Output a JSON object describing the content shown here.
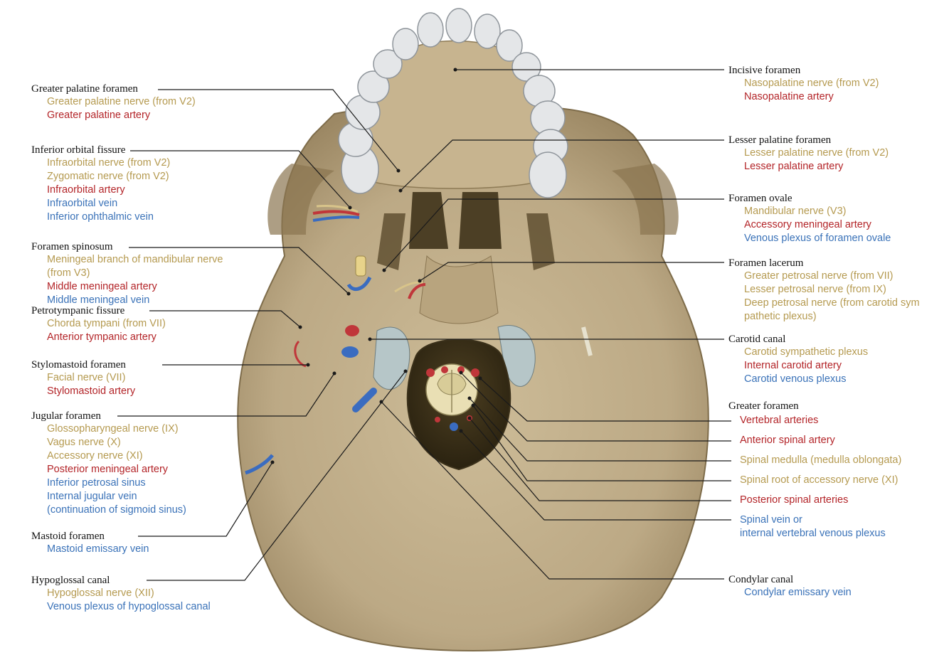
{
  "colors": {
    "nerve": "#b59a50",
    "artery": "#b32428",
    "vein": "#3a72b8",
    "heading": "#111111",
    "bone": "#c9b792",
    "teeth": "#e4e6e8"
  },
  "image": {
    "subject": "skull-base-inferior-view"
  },
  "left_labels": [
    {
      "heading": "Greater palatine foramen",
      "items": [
        {
          "text": "Greater palatine nerve (from V2)",
          "kind": "nerve"
        },
        {
          "text": "Greater palatine artery",
          "kind": "artery"
        }
      ]
    },
    {
      "heading": "Inferior orbital fissure",
      "items": [
        {
          "text": "Infraorbital nerve (from V2)",
          "kind": "nerve"
        },
        {
          "text": "Zygomatic nerve (from V2)",
          "kind": "nerve"
        },
        {
          "text": "Infraorbital artery",
          "kind": "artery"
        },
        {
          "text": "Infraorbital vein",
          "kind": "vein"
        },
        {
          "text": "Inferior ophthalmic vein",
          "kind": "vein"
        }
      ]
    },
    {
      "heading": "Foramen spinosum",
      "items": [
        {
          "text": "Meningeal branch of mandibular nerve",
          "kind": "nerve"
        },
        {
          "text": "(from V3)",
          "kind": "nerve"
        },
        {
          "text": "Middle meningeal artery",
          "kind": "artery"
        },
        {
          "text": "Middle meningeal vein",
          "kind": "vein"
        }
      ]
    },
    {
      "heading": "Petrotympanic fissure",
      "items": [
        {
          "text": "Chorda tympani (from VII)",
          "kind": "nerve"
        },
        {
          "text": "Anterior tympanic artery",
          "kind": "artery"
        }
      ]
    },
    {
      "heading": "Stylomastoid foramen",
      "items": [
        {
          "text": "Facial nerve (VII)",
          "kind": "nerve"
        },
        {
          "text": "Stylomastoid artery",
          "kind": "artery"
        }
      ]
    },
    {
      "heading": "Jugular foramen",
      "items": [
        {
          "text": "Glossopharyngeal nerve (IX)",
          "kind": "nerve"
        },
        {
          "text": "Vagus nerve (X)",
          "kind": "nerve"
        },
        {
          "text": "Accessory nerve (XI)",
          "kind": "nerve"
        },
        {
          "text": "Posterior meningeal artery",
          "kind": "artery"
        },
        {
          "text": "Inferior petrosal sinus",
          "kind": "vein"
        },
        {
          "text": "Internal jugular vein",
          "kind": "vein"
        },
        {
          "text": "(continuation of sigmoid sinus)",
          "kind": "vein"
        }
      ]
    },
    {
      "heading": "Mastoid foramen",
      "items": [
        {
          "text": "Mastoid emissary vein",
          "kind": "vein"
        }
      ]
    },
    {
      "heading": "Hypoglossal canal",
      "items": [
        {
          "text": "Hypoglossal nerve (XII)",
          "kind": "nerve"
        },
        {
          "text": "Venous plexus of hypoglossal canal",
          "kind": "vein"
        }
      ]
    }
  ],
  "right_labels": [
    {
      "heading": "Incisive foramen",
      "items": [
        {
          "text": "Nasopalatine nerve (from V2)",
          "kind": "nerve"
        },
        {
          "text": "Nasopalatine artery",
          "kind": "artery"
        }
      ]
    },
    {
      "heading": "Lesser palatine foramen",
      "items": [
        {
          "text": "Lesser palatine nerve (from V2)",
          "kind": "nerve"
        },
        {
          "text": "Lesser palatine artery",
          "kind": "artery"
        }
      ]
    },
    {
      "heading": "Foramen ovale",
      "items": [
        {
          "text": "Mandibular nerve (V3)",
          "kind": "nerve"
        },
        {
          "text": "Accessory meningeal artery",
          "kind": "artery"
        },
        {
          "text": "Venous plexus of foramen ovale",
          "kind": "vein"
        }
      ]
    },
    {
      "heading": "Foramen lacerum",
      "items": [
        {
          "text": "Greater petrosal nerve (from VII)",
          "kind": "nerve"
        },
        {
          "text": "Lesser petrosal nerve (from IX)",
          "kind": "nerve"
        },
        {
          "text": "Deep petrosal nerve (from carotid sym",
          "kind": "nerve"
        },
        {
          "text": "pathetic plexus)",
          "kind": "nerve"
        }
      ]
    },
    {
      "heading": "Carotid canal",
      "items": [
        {
          "text": "Carotid sympathetic plexus",
          "kind": "nerve"
        },
        {
          "text": "Internal carotid artery",
          "kind": "artery"
        },
        {
          "text": "Carotid venous plexus",
          "kind": "vein"
        }
      ]
    },
    {
      "heading": "Greater foramen",
      "items": []
    },
    {
      "heading": "",
      "items": [
        {
          "text": "Vertebral arteries",
          "kind": "artery"
        }
      ]
    },
    {
      "heading": "",
      "items": [
        {
          "text": "Anterior spinal artery",
          "kind": "artery"
        }
      ]
    },
    {
      "heading": "",
      "items": [
        {
          "text": "Spinal medulla (medulla oblongata)",
          "kind": "nerve"
        }
      ]
    },
    {
      "heading": "",
      "items": [
        {
          "text": "Spinal root of accessory nerve (XI)",
          "kind": "nerve"
        }
      ]
    },
    {
      "heading": "",
      "items": [
        {
          "text": "Posterior spinal arteries",
          "kind": "artery"
        }
      ]
    },
    {
      "heading": "",
      "items": [
        {
          "text": "Spinal vein or",
          "kind": "vein"
        },
        {
          "text": "internal vertebral venous plexus",
          "kind": "vein"
        }
      ]
    },
    {
      "heading": "Condylar canal",
      "items": [
        {
          "text": "Condylar emissary vein",
          "kind": "vein"
        }
      ]
    }
  ]
}
